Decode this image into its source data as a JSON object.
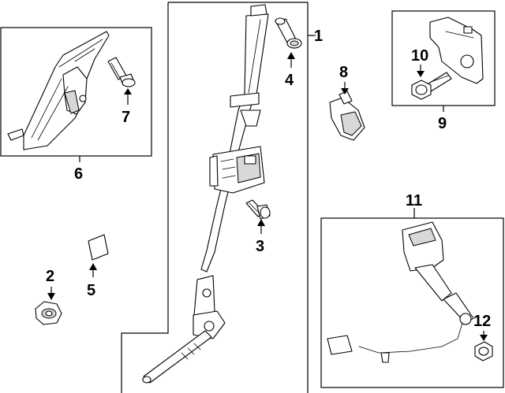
{
  "callouts": {
    "c1": "1",
    "c2": "2",
    "c3": "3",
    "c4": "4",
    "c5": "5",
    "c6": "6",
    "c7": "7",
    "c8": "8",
    "c9": "9",
    "c10": "10",
    "c11": "11",
    "c12": "12"
  },
  "parts": [
    {
      "callout": "1",
      "name": "seat-belt-assembly"
    },
    {
      "callout": "2",
      "name": "nut"
    },
    {
      "callout": "3",
      "name": "bolt"
    },
    {
      "callout": "4",
      "name": "bolt"
    },
    {
      "callout": "5",
      "name": "label"
    },
    {
      "callout": "6",
      "name": "height-adjuster-cover"
    },
    {
      "callout": "7",
      "name": "bolt"
    },
    {
      "callout": "8",
      "name": "guide"
    },
    {
      "callout": "9",
      "name": "bracket"
    },
    {
      "callout": "10",
      "name": "bolt"
    },
    {
      "callout": "11",
      "name": "buckle-assembly"
    },
    {
      "callout": "12",
      "name": "bolt"
    }
  ]
}
